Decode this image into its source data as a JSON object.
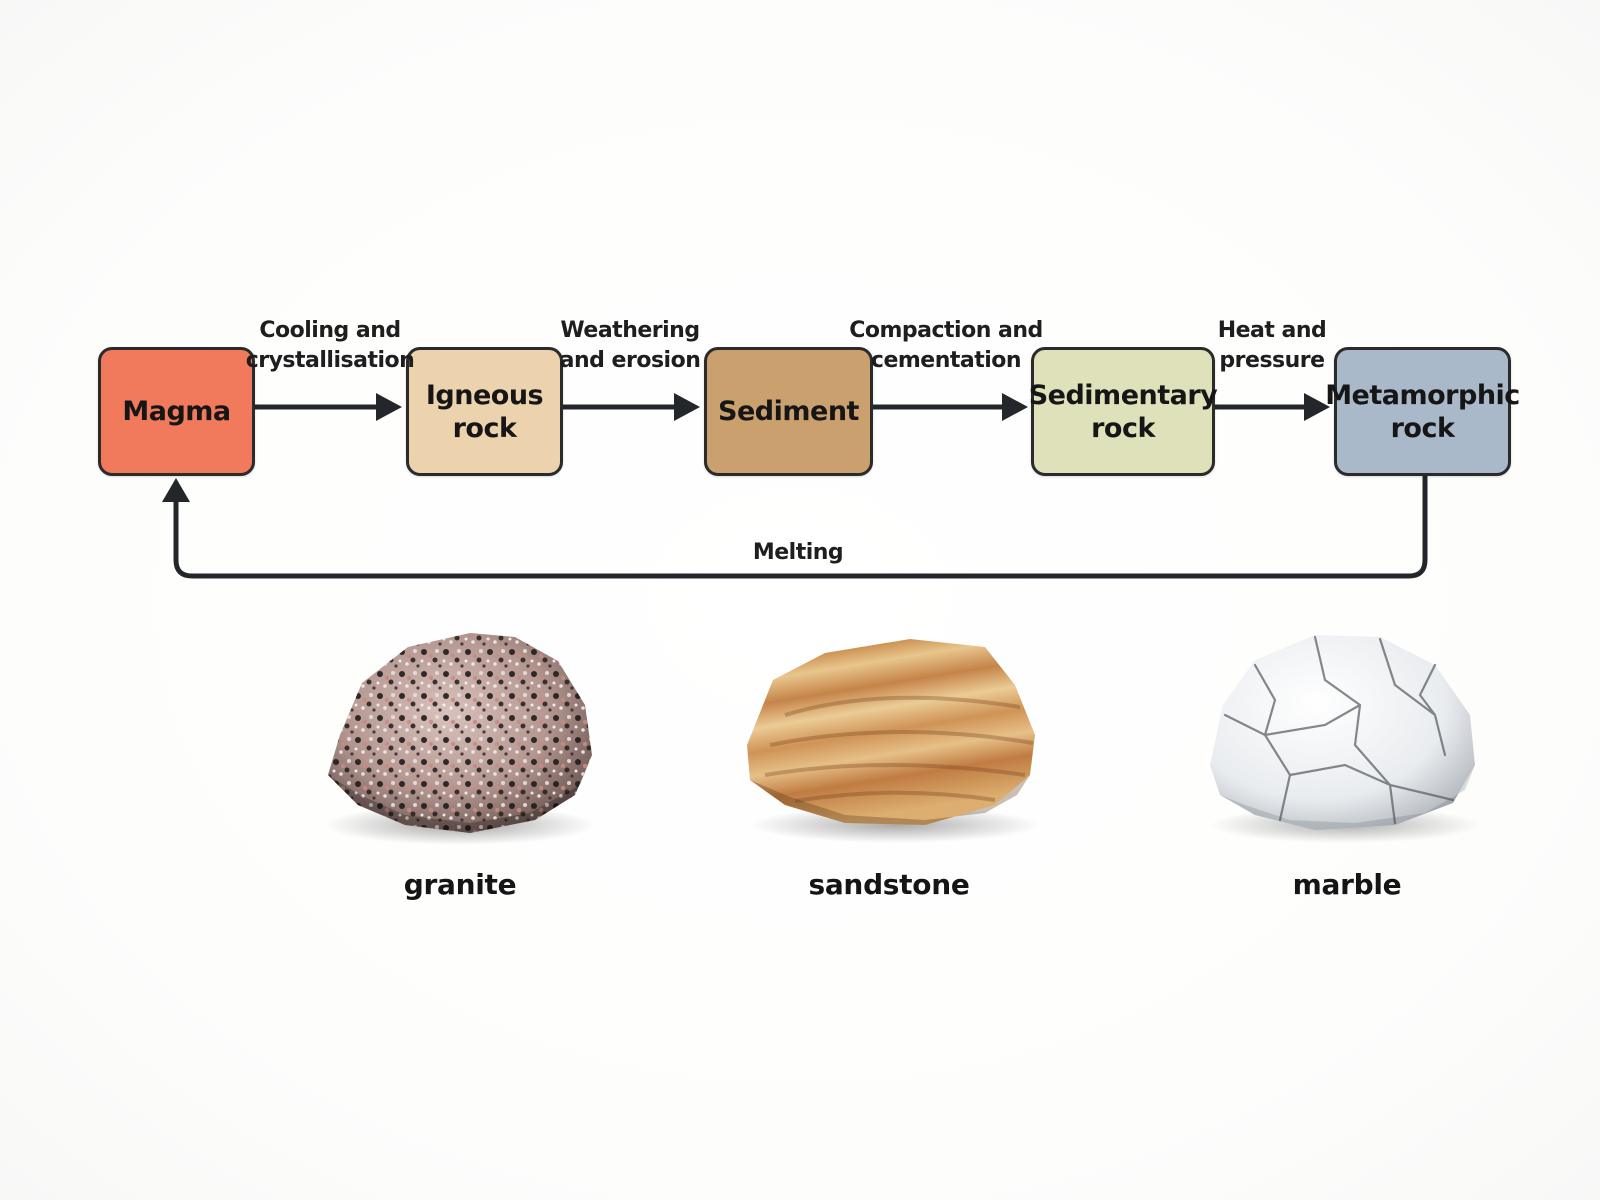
{
  "nodes": [
    {
      "id": "magma",
      "label": "Magma",
      "color": "#f07a5b"
    },
    {
      "id": "igneous",
      "label": "Igneous\nrock",
      "color": "#ecd3ad"
    },
    {
      "id": "sediment",
      "label": "Sediment",
      "color": "#c9a06e"
    },
    {
      "id": "sedimentary",
      "label": "Sedimentary\nrock",
      "color": "#dfe1bb"
    },
    {
      "id": "metamorphic",
      "label": "Metamorphic\nrock",
      "color": "#a9b9c9"
    }
  ],
  "processes": [
    {
      "from": "magma",
      "to": "igneous",
      "label": "Cooling and\ncrystallisation"
    },
    {
      "from": "igneous",
      "to": "sediment",
      "label": "Weathering\nand erosion"
    },
    {
      "from": "sediment",
      "to": "sedimentary",
      "label": "Compaction and\ncementation"
    },
    {
      "from": "sedimentary",
      "to": "metamorphic",
      "label": "Heat and\npressure"
    },
    {
      "from": "metamorphic",
      "to": "magma",
      "label": "Melting"
    }
  ],
  "rock_examples": [
    {
      "name": "granite"
    },
    {
      "name": "sandstone"
    },
    {
      "name": "marble"
    }
  ],
  "colors": {
    "arrow": "#23272b",
    "box_border": "#2b2b2b"
  }
}
